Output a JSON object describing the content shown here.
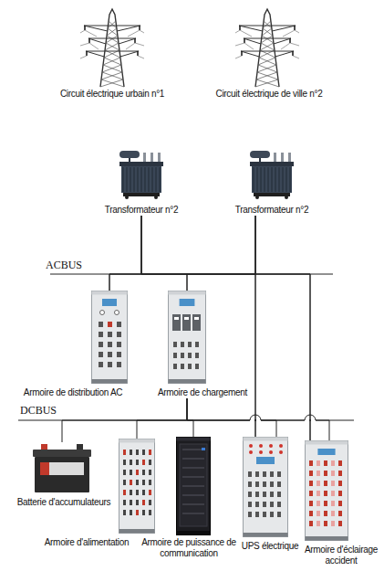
{
  "diagram": {
    "nodes": [
      {
        "text": [
          "Circuit électrique urbain n°1"
        ]
      },
      {
        "text": [
          "Circuit électrique de ville n°2"
        ]
      },
      {
        "text": [
          "Transformateur n°2"
        ]
      },
      {
        "text": [
          "Transformateur n°2"
        ]
      },
      {
        "text": [
          "Armoire de distribution AC"
        ]
      },
      {
        "text": [
          "Armoire de chargement"
        ]
      },
      {
        "text": [
          "Batterie d'accumulateurs"
        ]
      },
      {
        "text": [
          "Armoire d'alimentation"
        ]
      },
      {
        "text": [
          "Armoire de puissance de communication"
        ]
      },
      {
        "text": [
          "UPS électrique"
        ]
      },
      {
        "text": [
          "Armoire d'éclairage accident"
        ]
      }
    ],
    "edges": [
      {
        "from": 2,
        "to": 4,
        "arrow": "none"
      },
      {
        "from": 2,
        "to": 5,
        "arrow": "none"
      },
      {
        "from": 2,
        "to": 9,
        "arrow": "none"
      },
      {
        "from": 2,
        "to": 10,
        "arrow": "none"
      },
      {
        "from": 3,
        "to": 4,
        "arrow": "none"
      },
      {
        "from": 3,
        "to": 5,
        "arrow": "none"
      },
      {
        "from": 3,
        "to": 9,
        "arrow": "none"
      },
      {
        "from": 3,
        "to": 10,
        "arrow": "none"
      },
      {
        "from": 5,
        "to": 6,
        "arrow": "none"
      },
      {
        "from": 5,
        "to": 7,
        "arrow": "none"
      },
      {
        "from": 5,
        "to": 8,
        "arrow": "none"
      },
      {
        "from": 5,
        "to": 9,
        "arrow": "none"
      },
      {
        "from": 5,
        "to": 10,
        "arrow": "none"
      }
    ],
    "labels": [
      "ACBUS",
      "DCBUS"
    ]
  }
}
